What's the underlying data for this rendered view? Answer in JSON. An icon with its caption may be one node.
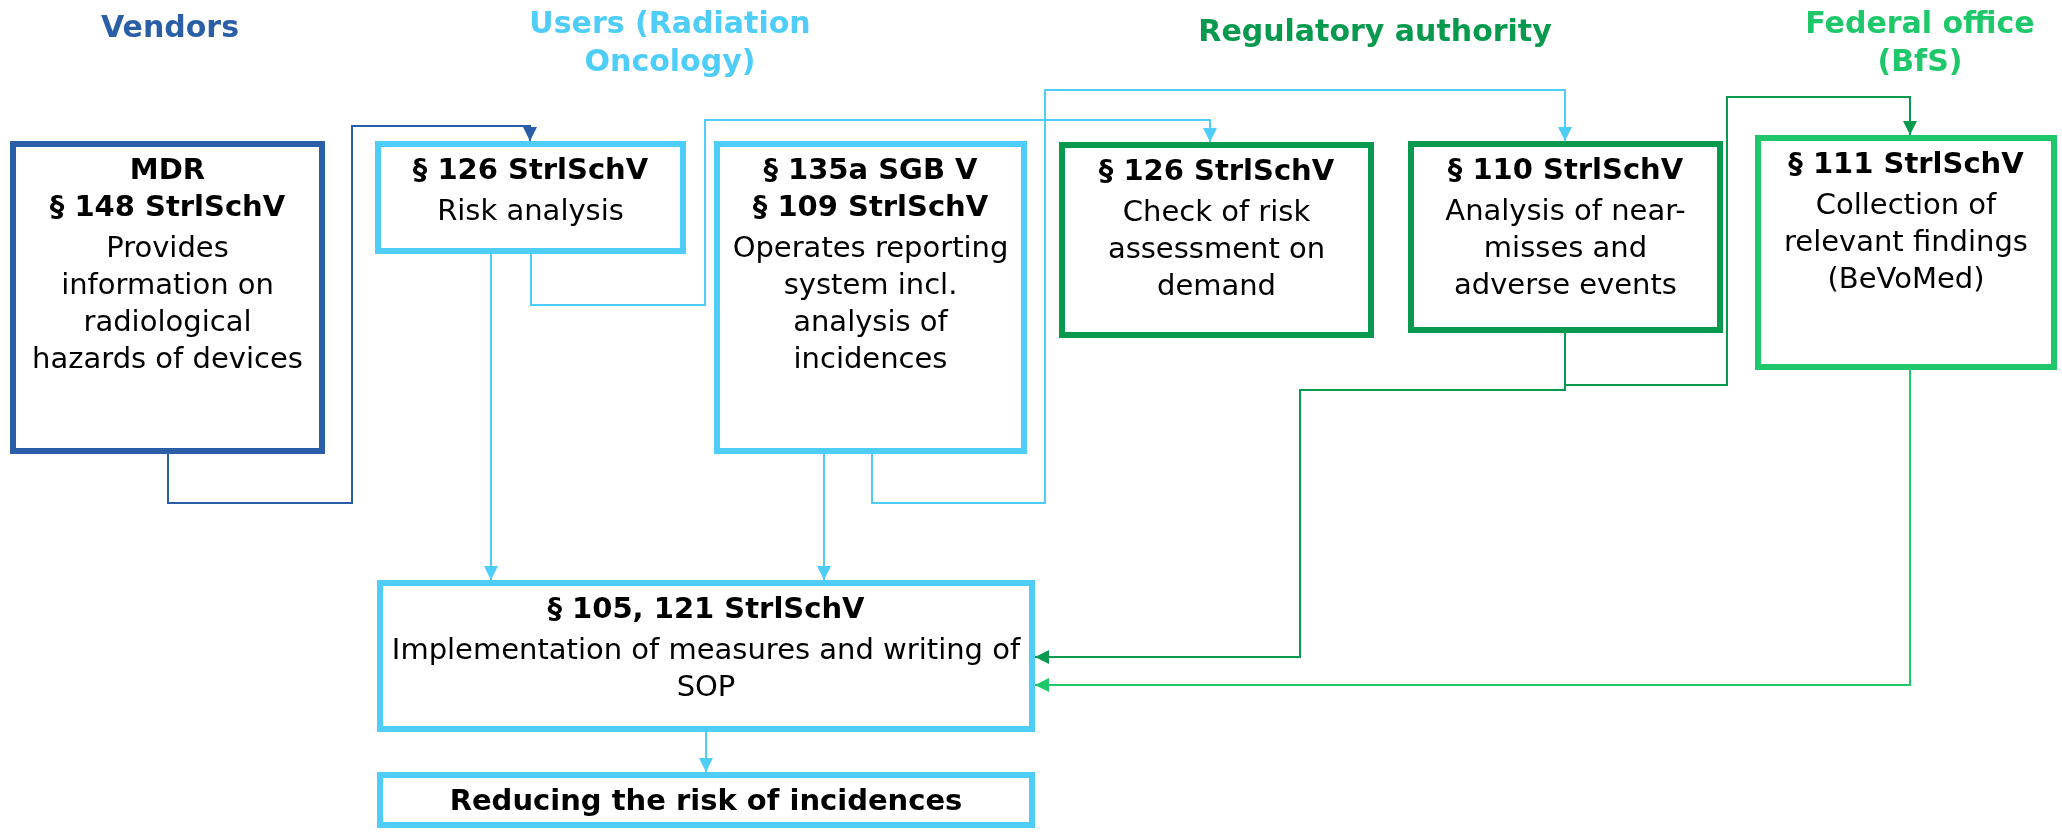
{
  "diagram": {
    "nodes": [
      {
        "text": [
          "MDR",
          "§ 148 StrlSchV",
          "Provides information on radiological hazards of devices"
        ]
      },
      {
        "text": [
          "§ 126 StrlSchV",
          "Risk analysis"
        ]
      },
      {
        "text": [
          "§ 135a SGB V",
          "§ 109 StrlSchV",
          "Operates reporting system incl. analysis of incidences"
        ]
      },
      {
        "text": [
          "§ 126 StrlSchV",
          "Check of risk assessment on demand"
        ]
      },
      {
        "text": [
          "§ 110 StrlSchV",
          "Analysis of near-misses and adverse events"
        ]
      },
      {
        "text": [
          "§ 111 StrlSchV",
          "Collection of relevant findings (BeVoMed)"
        ]
      },
      {
        "text": [
          "§ 105, 121 StrlSchV",
          "Implementation of measures and writing of SOP"
        ]
      },
      {
        "text": [
          "Reducing the risk of incidences"
        ]
      }
    ],
    "edges": [
      {
        "from": 0,
        "to": 1,
        "arrow": "to",
        "color": "#2a5fa8"
      },
      {
        "from": 1,
        "to": 3,
        "arrow": "to"
      },
      {
        "from": 2,
        "to": 4,
        "arrow": "to"
      },
      {
        "from": 4,
        "to": 5,
        "arrow": "to",
        "color": "#079a4e"
      },
      {
        "from": 4,
        "to": 6,
        "arrow": "to",
        "color": "#079a4e"
      },
      {
        "from": 5,
        "to": 6,
        "arrow": "to",
        "color": "#1ec86a"
      },
      {
        "from": 1,
        "to": 6,
        "arrow": "to"
      },
      {
        "from": 2,
        "to": 6,
        "arrow": "to"
      },
      {
        "from": 6,
        "to": 7,
        "arrow": "to"
      }
    ],
    "labels": [
      "Vendors",
      "Users (Radiation Oncology)",
      "Regulatory authority",
      "Federal office (BfS)"
    ]
  }
}
